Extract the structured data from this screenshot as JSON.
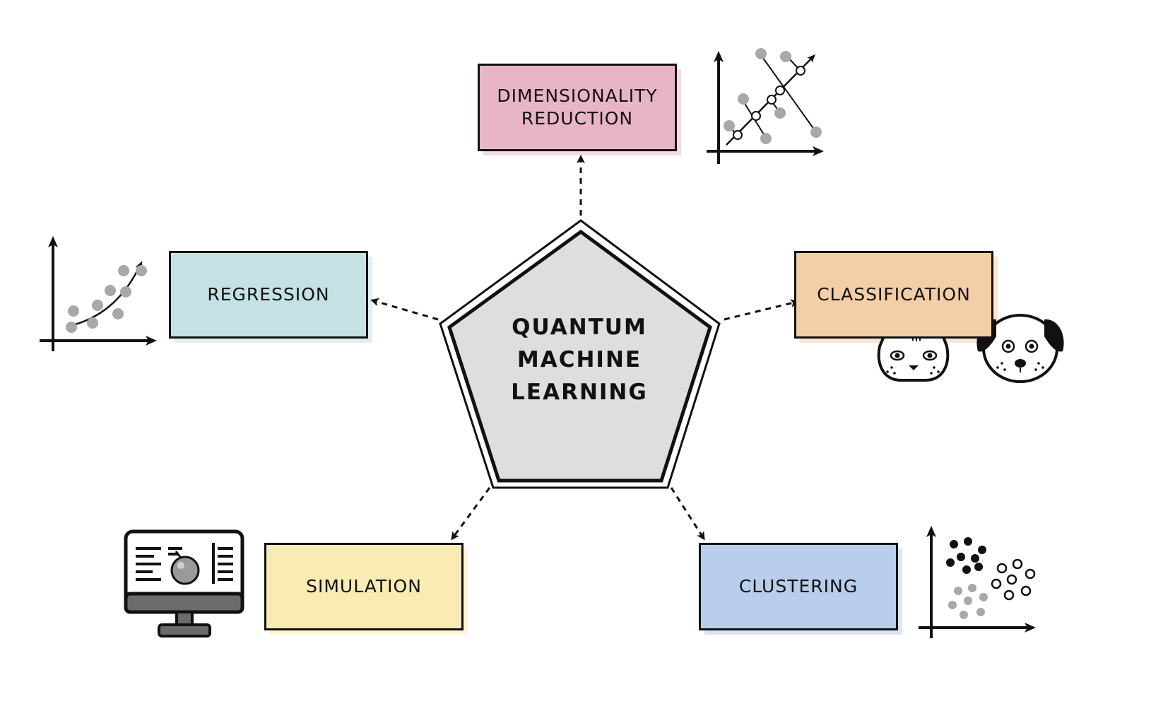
{
  "center": {
    "title": "QUANTUM\nMACHINE\nLEARNING",
    "fill": "#dedede"
  },
  "nodes": [
    {
      "id": "dimensionality-reduction",
      "label": "DIMENSIONALITY\nREDUCTION",
      "fill": "#e8b5c6",
      "shadow": "#f7dbe4"
    },
    {
      "id": "regression",
      "label": "REGRESSION",
      "fill": "#c4e2e3",
      "shadow": "#dff0f0"
    },
    {
      "id": "classification",
      "label": "CLASSIFICATION",
      "fill": "#f3cea6",
      "shadow": "#fbe6d2"
    },
    {
      "id": "simulation",
      "label": "SIMULATION",
      "fill": "#f8ebb4",
      "shadow": "#fcf4d6"
    },
    {
      "id": "clustering",
      "label": "CLUSTERING",
      "fill": "#b9cdec",
      "shadow": "#dbe5f5"
    }
  ],
  "icons": [
    {
      "id": "pca-plot-icon",
      "desc": "scatter-projection-plot"
    },
    {
      "id": "regression-plot-icon",
      "desc": "curve-fit-scatter-plot"
    },
    {
      "id": "cat-icon",
      "desc": "cat-face"
    },
    {
      "id": "dog-icon",
      "desc": "dog-face"
    },
    {
      "id": "monitor-icon",
      "desc": "simulation-monitor"
    },
    {
      "id": "cluster-plot-icon",
      "desc": "clustered-scatter-plot"
    }
  ],
  "colors": {
    "ink": "#111111",
    "dot": "#a8a8a8"
  }
}
